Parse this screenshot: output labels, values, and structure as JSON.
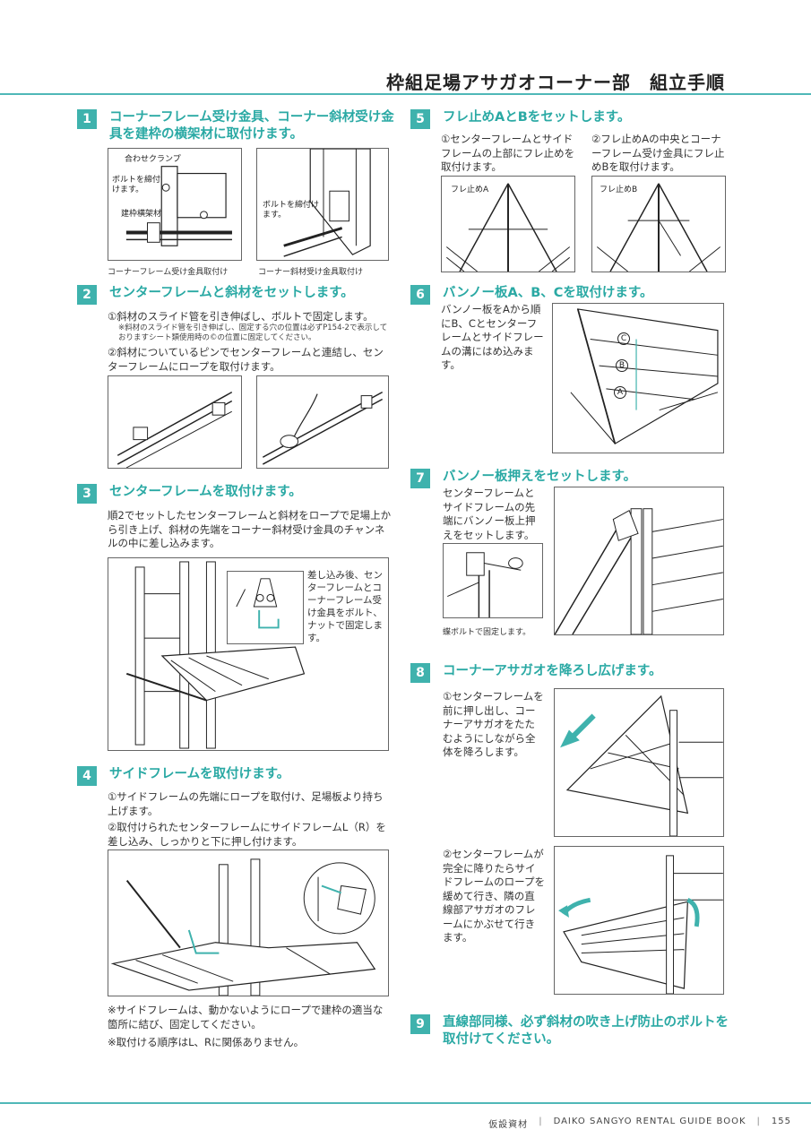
{
  "header": {
    "title": "枠組足場アサガオコーナー部　組立手順"
  },
  "steps": [
    {
      "num": "1",
      "title": "コーナーフレーム受け金具、コーナー斜材受け金具を建枠の横架材に取付けます。"
    },
    {
      "num": "2",
      "title": "センターフレームと斜材をセットします。"
    },
    {
      "num": "3",
      "title": "センターフレームを取付けます。"
    },
    {
      "num": "4",
      "title": "サイドフレームを取付けます。"
    },
    {
      "num": "5",
      "title": "フレ止めAとBをセットします。"
    },
    {
      "num": "6",
      "title": "バンノー板A、B、Cを取付けます。"
    },
    {
      "num": "7",
      "title": "バンノー板押えをセットします。"
    },
    {
      "num": "8",
      "title": "コーナーアサガオを降ろし広げます。"
    },
    {
      "num": "9",
      "title": "直線部同様、必ず斜材の吹き上げ防止のボルトを取付けてください。"
    }
  ],
  "step1": {
    "labels": [
      "合わせクランプ",
      "ボルトを締付けます。",
      "建枠横架材",
      "ボルトを締付けます。"
    ],
    "captions": [
      "コーナーフレーム受け金具取付け",
      "コーナー斜材受け金具取付け"
    ]
  },
  "step2": {
    "t1": "①斜材のスライド管を引き伸ばし、ボルトで固定します。",
    "note": "※斜材のスライド管を引き伸ばし、固定する穴の位置は必ずP154-2で表示しておりますシート類使用時の©の位置に固定してください。",
    "t2": "②斜材についているピンでセンターフレームと連結し、センターフレームにロープを取付けます。"
  },
  "step3": {
    "text": "順2でセットしたセンターフレームと斜材をロープで足場上から引き上げ、斜材の先端をコーナー斜材受け金具のチャンネルの中に差し込みます。",
    "inset": "差し込み後、センターフレームとコーナーフレーム受け金具をボルト、ナットで固定します。"
  },
  "step4": {
    "t1": "①サイドフレームの先端にロープを取付け、足場板より持ち上げます。",
    "t2": "②取付けられたセンターフレームにサイドフレームL（R）を差し込み、しっかりと下に押し付けます。",
    "n1": "※サイドフレームは、動かないようにロープで建枠の適当な箇所に結び、固定してください。",
    "n2": "※取付ける順序はL、Rに関係ありません。"
  },
  "step5": {
    "t1": "①センターフレームとサイドフレームの上部にフレ止めを取付けます。",
    "t2": "②フレ止めAの中央とコーナーフレーム受け金具にフレ止めBを取付けます。",
    "l1": "フレ止めA",
    "l2": "フレ止めB"
  },
  "step6": {
    "text": "バンノー板をAから順にB、Cとセンターフレームとサイドフレームの溝にはめ込みます。",
    "marks": [
      "C",
      "B",
      "A"
    ]
  },
  "step7": {
    "text": "センターフレームとサイドフレームの先端にバンノー板上押えをセットします。",
    "caption": "蝶ボルトで固定します。"
  },
  "step8": {
    "t1": "①センターフレームを前に押し出し、コーナーアサガオをたたむようにしながら全体を降ろします。",
    "t2": "②センターフレームが完全に降りたらサイドフレームのロープを緩めて行き、隣の直線部アサガオのフレームにかぶせて行きます。"
  },
  "footer": {
    "left": "仮設資材",
    "mid": "DAIKO SANGYO RENTAL GUIDE BOOK",
    "page": "155"
  },
  "colors": {
    "accent": "#3fb2ad",
    "line": "#4fb8b8"
  }
}
